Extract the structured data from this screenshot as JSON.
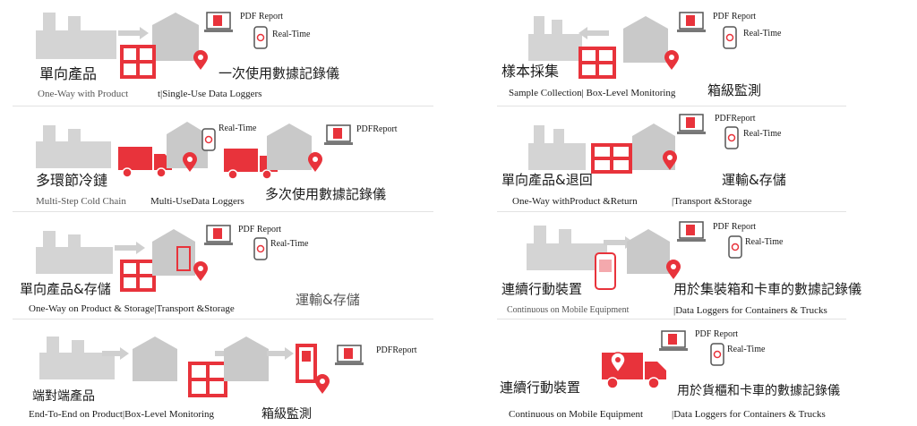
{
  "colors": {
    "accent": "#e8333b",
    "building": "#c9c9c9",
    "factory": "#d4d4d4",
    "arrow": "#cfcfcf"
  },
  "panels": [
    {
      "zh_left": "單向產品",
      "en_left": "One-Way with Product",
      "en_right": "t|Single-Use Data Loggers",
      "zh_right": "一次使用數據記錄儀",
      "report": "PDF Report",
      "realtime": "Real-Time"
    },
    {
      "zh_left": "樣本採集",
      "en_left": "Sample Collection| Box-Level Monitoring",
      "zh_right": "箱級監測",
      "report": "PDF Report",
      "realtime": "Real-Time"
    },
    {
      "zh_left": "多環節冷鏈",
      "en_left": "Multi-Step Cold Chain",
      "en_right": "Multi-UseData Loggers",
      "zh_right": "多次使用數據記錄儀",
      "report": "PDFReport",
      "realtime": "Real-Time"
    },
    {
      "zh_left": "單向產品&退回",
      "en_left": "One-Way withProduct &Return",
      "en_right": "|Transport &Storage",
      "zh_right": "運輸&存儲",
      "report": "PDFReport",
      "realtime": "Real-Time"
    },
    {
      "zh_left": "單向產品&存儲",
      "en_left": "One-Way on Product & Storage|Transport &Storage",
      "zh_right": "運輸&存儲",
      "report": "PDF Report",
      "realtime": "Real-Time"
    },
    {
      "zh_left": "連續行動裝置",
      "en_left": "Continuous on Mobile Equipment",
      "en_right": "|Data Loggers for Containers & Trucks",
      "zh_right": "用於集裝箱和卡車的數據記錄儀",
      "report": "PDF Report",
      "realtime": "Real-Time"
    },
    {
      "zh_left": "端對端產品",
      "en_left": "End-To-End on Product|Box-Level Monitoring",
      "zh_right": "箱級監測",
      "report": "PDFReport"
    },
    {
      "zh_left": "連續行動裝置",
      "en_left": "Continuous on Mobile Equipment",
      "en_right": "|Data Loggers for Containers & Trucks",
      "zh_right": "用於貨櫃和卡車的數據記錄儀",
      "report": "PDF Report",
      "realtime": "Real-Time"
    }
  ]
}
